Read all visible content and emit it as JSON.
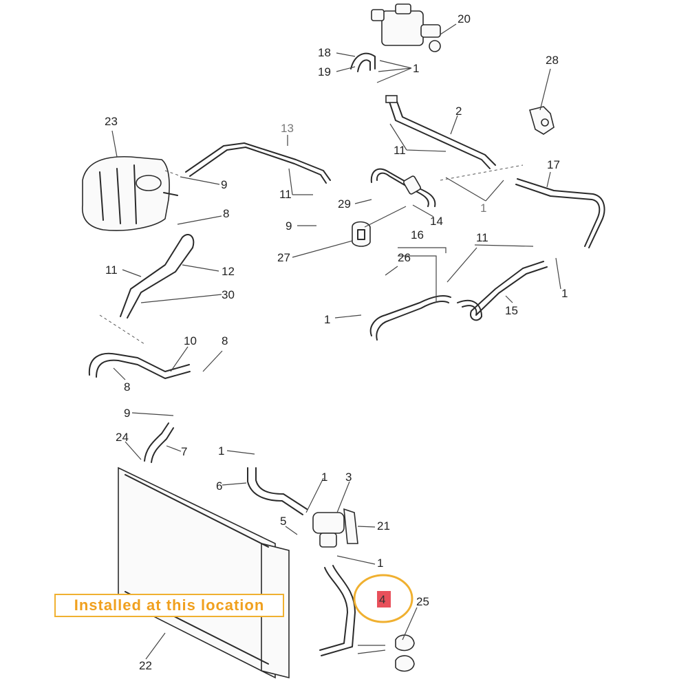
{
  "callout": {
    "text": "Installed at this location",
    "color": "#f0a01e",
    "circle_color": "#f0b030",
    "highlight_color": "#e8505b",
    "highlight_label": "4"
  },
  "labels": {
    "l20": "20",
    "l18": "18",
    "l19": "19",
    "l1a": "1",
    "l28": "28",
    "l2": "2",
    "l23": "23",
    "l13": "13",
    "l9a": "9",
    "l11a": "11",
    "l11b": "11",
    "l17": "17",
    "l29": "29",
    "l1b": "1",
    "l14": "14",
    "l8a": "8",
    "l9b": "9",
    "l27": "27",
    "l16": "16",
    "l11c": "11",
    "l26": "26",
    "l11d": "11",
    "l12": "12",
    "l30": "30",
    "l1c": "1",
    "l1d": "1",
    "l15": "15",
    "l10": "10",
    "l8b": "8",
    "l8c": "8",
    "l9c": "9",
    "l24": "24",
    "l7": "7",
    "l1e": "1",
    "l6": "6",
    "l1f": "1",
    "l3": "3",
    "l5": "5",
    "l21": "21",
    "l1g": "1",
    "l25": "25",
    "l22": "22"
  }
}
